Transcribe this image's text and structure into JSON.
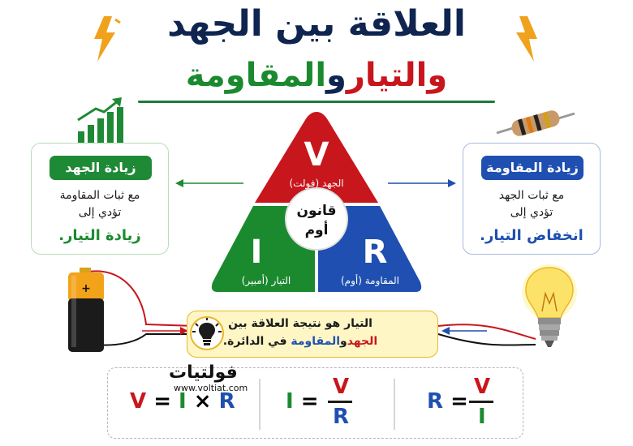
{
  "title": {
    "line1": "العلاقة بين الجهد",
    "line2_part1": "والتيار",
    "line2_part2": "و",
    "line2_part3": "المقاومة"
  },
  "left_card": {
    "heading": "زيادة الجهد",
    "line1": "مع ثبات المقاومة",
    "line2": "تؤدي إلى",
    "result": "زيادة التيار."
  },
  "right_card": {
    "heading": "زيادة المقاومة",
    "line1": "مع ثبات الجهد",
    "line2": "تؤدي إلى",
    "result": "انخفاض التيار."
  },
  "triangle": {
    "v_letter": "V",
    "v_label": "الجهد (فولت)",
    "i_letter": "I",
    "i_label": "التيار (أمبير)",
    "r_letter": "R",
    "r_label": "المقاومة (أوم)",
    "center_line1": "قانون",
    "center_line2": "أوم"
  },
  "note": {
    "line1": "التيار هو نتيجة العلاقة بين",
    "line2_a": "الجهد",
    "line2_b": "و",
    "line2_c": "المقاومة",
    "line2_d": "في الدائرة."
  },
  "battery": {
    "plus": "+"
  },
  "formulas": {
    "f1": {
      "a": "V",
      "eq": "=",
      "b": "I",
      "op": "×",
      "c": "R"
    },
    "f2": {
      "a": "I",
      "eq": "=",
      "num": "V",
      "den": "R"
    },
    "f3": {
      "a": "R",
      "eq": "=",
      "num": "V",
      "den": "I"
    }
  },
  "brand": {
    "name": "فولتيات",
    "url": "www.voltiat.com"
  },
  "colors": {
    "voltage_red": "#c8161d",
    "current_green": "#1b8a2f",
    "resistance_blue": "#1f4fb0",
    "navy": "#0f2550",
    "note_yellow": "#fff6c6"
  },
  "icons": [
    "lightning-icon",
    "bar-chart-arrow-icon",
    "resistor-icon",
    "battery-icon",
    "light-bulb-icon",
    "idea-bulb-icon"
  ]
}
